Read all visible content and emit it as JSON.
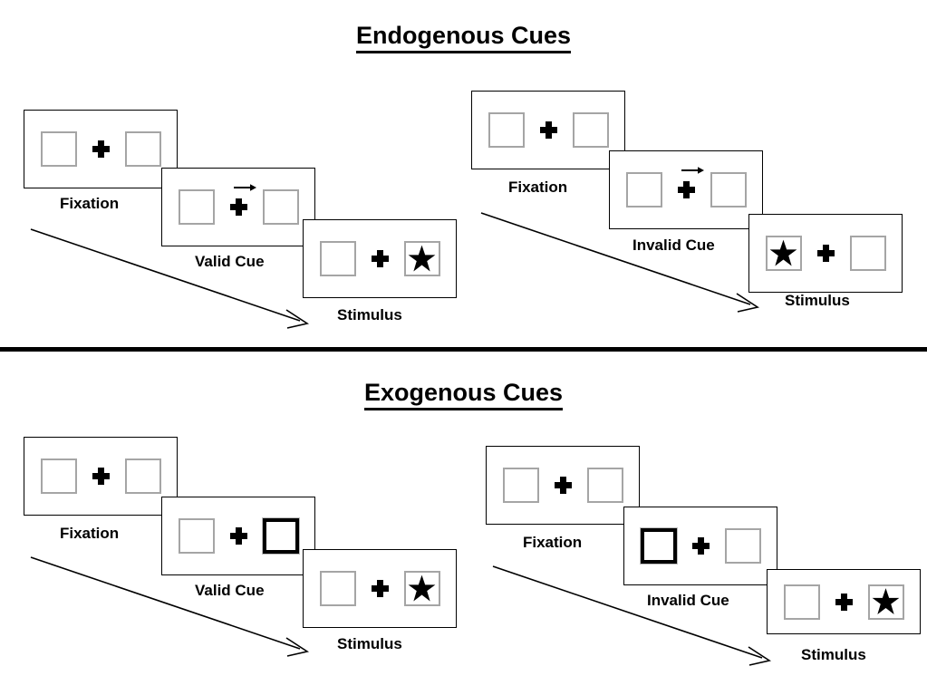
{
  "figure": {
    "sections": [
      {
        "id": "endogenous",
        "title": "Endogenous Cues",
        "sequences": [
          {
            "id": "endogenous-valid",
            "validity": "valid",
            "panels": [
              {
                "caption": "Fixation",
                "left_box": {
                  "state": "empty",
                  "cued": false,
                  "content": ""
                },
                "right_box": {
                  "state": "empty",
                  "cued": false,
                  "content": ""
                },
                "center": {
                  "cross": true,
                  "arrow": "none"
                }
              },
              {
                "caption": "Valid Cue",
                "left_box": {
                  "state": "empty",
                  "cued": false,
                  "content": ""
                },
                "right_box": {
                  "state": "empty",
                  "cued": false,
                  "content": ""
                },
                "center": {
                  "cross": true,
                  "arrow": "right"
                }
              },
              {
                "caption": "Stimulus",
                "left_box": {
                  "state": "empty",
                  "cued": false,
                  "content": ""
                },
                "right_box": {
                  "state": "star",
                  "cued": false,
                  "content": "star"
                },
                "center": {
                  "cross": true,
                  "arrow": "none"
                }
              }
            ]
          },
          {
            "id": "endogenous-invalid",
            "validity": "invalid",
            "panels": [
              {
                "caption": "Fixation",
                "left_box": {
                  "state": "empty",
                  "cued": false,
                  "content": ""
                },
                "right_box": {
                  "state": "empty",
                  "cued": false,
                  "content": ""
                },
                "center": {
                  "cross": true,
                  "arrow": "none"
                }
              },
              {
                "caption": "Invalid Cue",
                "left_box": {
                  "state": "empty",
                  "cued": false,
                  "content": ""
                },
                "right_box": {
                  "state": "empty",
                  "cued": false,
                  "content": ""
                },
                "center": {
                  "cross": true,
                  "arrow": "right"
                }
              },
              {
                "caption": "Stimulus",
                "left_box": {
                  "state": "star",
                  "cued": false,
                  "content": "star"
                },
                "right_box": {
                  "state": "empty",
                  "cued": false,
                  "content": ""
                },
                "center": {
                  "cross": true,
                  "arrow": "none"
                }
              }
            ]
          }
        ]
      },
      {
        "id": "exogenous",
        "title": "Exogenous Cues",
        "sequences": [
          {
            "id": "exogenous-valid",
            "validity": "valid",
            "panels": [
              {
                "caption": "Fixation",
                "left_box": {
                  "state": "empty",
                  "cued": false,
                  "content": ""
                },
                "right_box": {
                  "state": "empty",
                  "cued": false,
                  "content": ""
                },
                "center": {
                  "cross": true,
                  "arrow": "none"
                }
              },
              {
                "caption": "Valid Cue",
                "left_box": {
                  "state": "empty",
                  "cued": false,
                  "content": ""
                },
                "right_box": {
                  "state": "empty",
                  "cued": true,
                  "content": ""
                },
                "center": {
                  "cross": true,
                  "arrow": "none"
                }
              },
              {
                "caption": "Stimulus",
                "left_box": {
                  "state": "empty",
                  "cued": false,
                  "content": ""
                },
                "right_box": {
                  "state": "star",
                  "cued": false,
                  "content": "star"
                },
                "center": {
                  "cross": true,
                  "arrow": "none"
                }
              }
            ]
          },
          {
            "id": "exogenous-invalid",
            "validity": "invalid",
            "panels": [
              {
                "caption": "Fixation",
                "left_box": {
                  "state": "empty",
                  "cued": false,
                  "content": ""
                },
                "right_box": {
                  "state": "empty",
                  "cued": false,
                  "content": ""
                },
                "center": {
                  "cross": true,
                  "arrow": "none"
                }
              },
              {
                "caption": "Invalid Cue",
                "left_box": {
                  "state": "empty",
                  "cued": true,
                  "content": ""
                },
                "right_box": {
                  "state": "empty",
                  "cued": false,
                  "content": ""
                },
                "center": {
                  "cross": true,
                  "arrow": "none"
                }
              },
              {
                "caption": "Stimulus",
                "left_box": {
                  "state": "empty",
                  "cued": false,
                  "content": ""
                },
                "right_box": {
                  "state": "star",
                  "cued": false,
                  "content": "star"
                },
                "center": {
                  "cross": true,
                  "arrow": "none"
                }
              }
            ]
          }
        ]
      }
    ],
    "colors": {
      "panel_border": "#000000",
      "box_border": "#a5a5a5",
      "cued_box_border": "#000000",
      "star_fill": "#000000",
      "cross_fill": "#000000",
      "divider": "#000000",
      "background": "#ffffff"
    }
  }
}
